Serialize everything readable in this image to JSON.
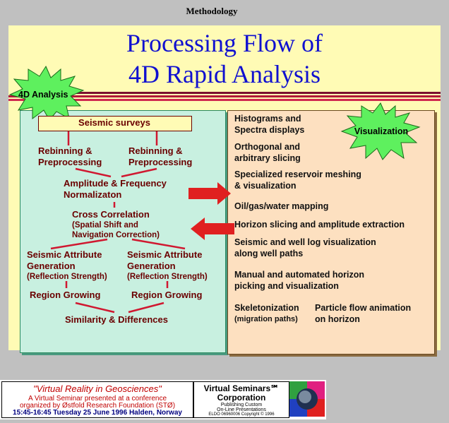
{
  "header": {
    "label": "Methodology"
  },
  "slide": {
    "title_line1": "Processing Flow of",
    "title_line2": "4D Rapid Analysis",
    "left_badge": "4D Analysis",
    "right_badge": "Visualization"
  },
  "flow": {
    "seismic_surveys": "Seismic surveys",
    "rebin_left_1": "Rebinning &",
    "rebin_left_2": "Preprocessing",
    "rebin_right_1": "Rebinning &",
    "rebin_right_2": "Preprocessing",
    "amp_1": "Amplitude & Frequency",
    "amp_2": "Normalizaton",
    "cc_1": "Cross Correlation",
    "cc_2": "(Spatial Shift and",
    "cc_3": "Navigation Correction)",
    "attr_left_1": "Seismic Attribute",
    "attr_left_2": "Generation",
    "attr_left_3": "(Reflection Strength)",
    "attr_right_1": "Seismic Attribute",
    "attr_right_2": "Generation",
    "attr_right_3": "(Reflection Strength)",
    "region_left": "Region Growing",
    "region_right": "Region Growing",
    "similarity": "Similarity & Differences"
  },
  "viz": {
    "histo_1": "Histograms and",
    "histo_2": "Spectra displays",
    "ortho_1": "Orthogonal and",
    "ortho_2": "arbitrary slicing",
    "mesh_1": "Specialized reservoir meshing",
    "mesh_2": "& visualization",
    "oil": "Oil/gas/water mapping",
    "horizon_slice": "Horizon slicing and amplitude extraction",
    "well_1": "Seismic and well log visualization",
    "well_2": "along well paths",
    "manual_1": "Manual and automated horizon",
    "manual_2": "picking and visualization",
    "skel_1": "Skeletonization",
    "skel_2": "(migration paths)",
    "particle_1": "Particle flow animation",
    "particle_2": "on horizon"
  },
  "footer": {
    "conf_title": "\"Virtual Reality in Geosciences\"",
    "conf_line1": "A Virtual Seminar presented at a conference",
    "conf_line2": "organized by Østfold Research Foundation (STØ)",
    "conf_line3": "15:45-16:45 Tuesday 25 June 1996 Halden, Norway",
    "corp_1": "Virtual Seminars℠",
    "corp_2": "Corporation",
    "corp_3": "Publishing Custom",
    "corp_4": "On-Line Presentations",
    "corp_5": "ELDO 06960006 Copyright © 1996"
  },
  "colors": {
    "title": "#1010d0",
    "flow_text": "#6a0000",
    "starburst": "#5ef05e",
    "arrow": "#e02020"
  }
}
